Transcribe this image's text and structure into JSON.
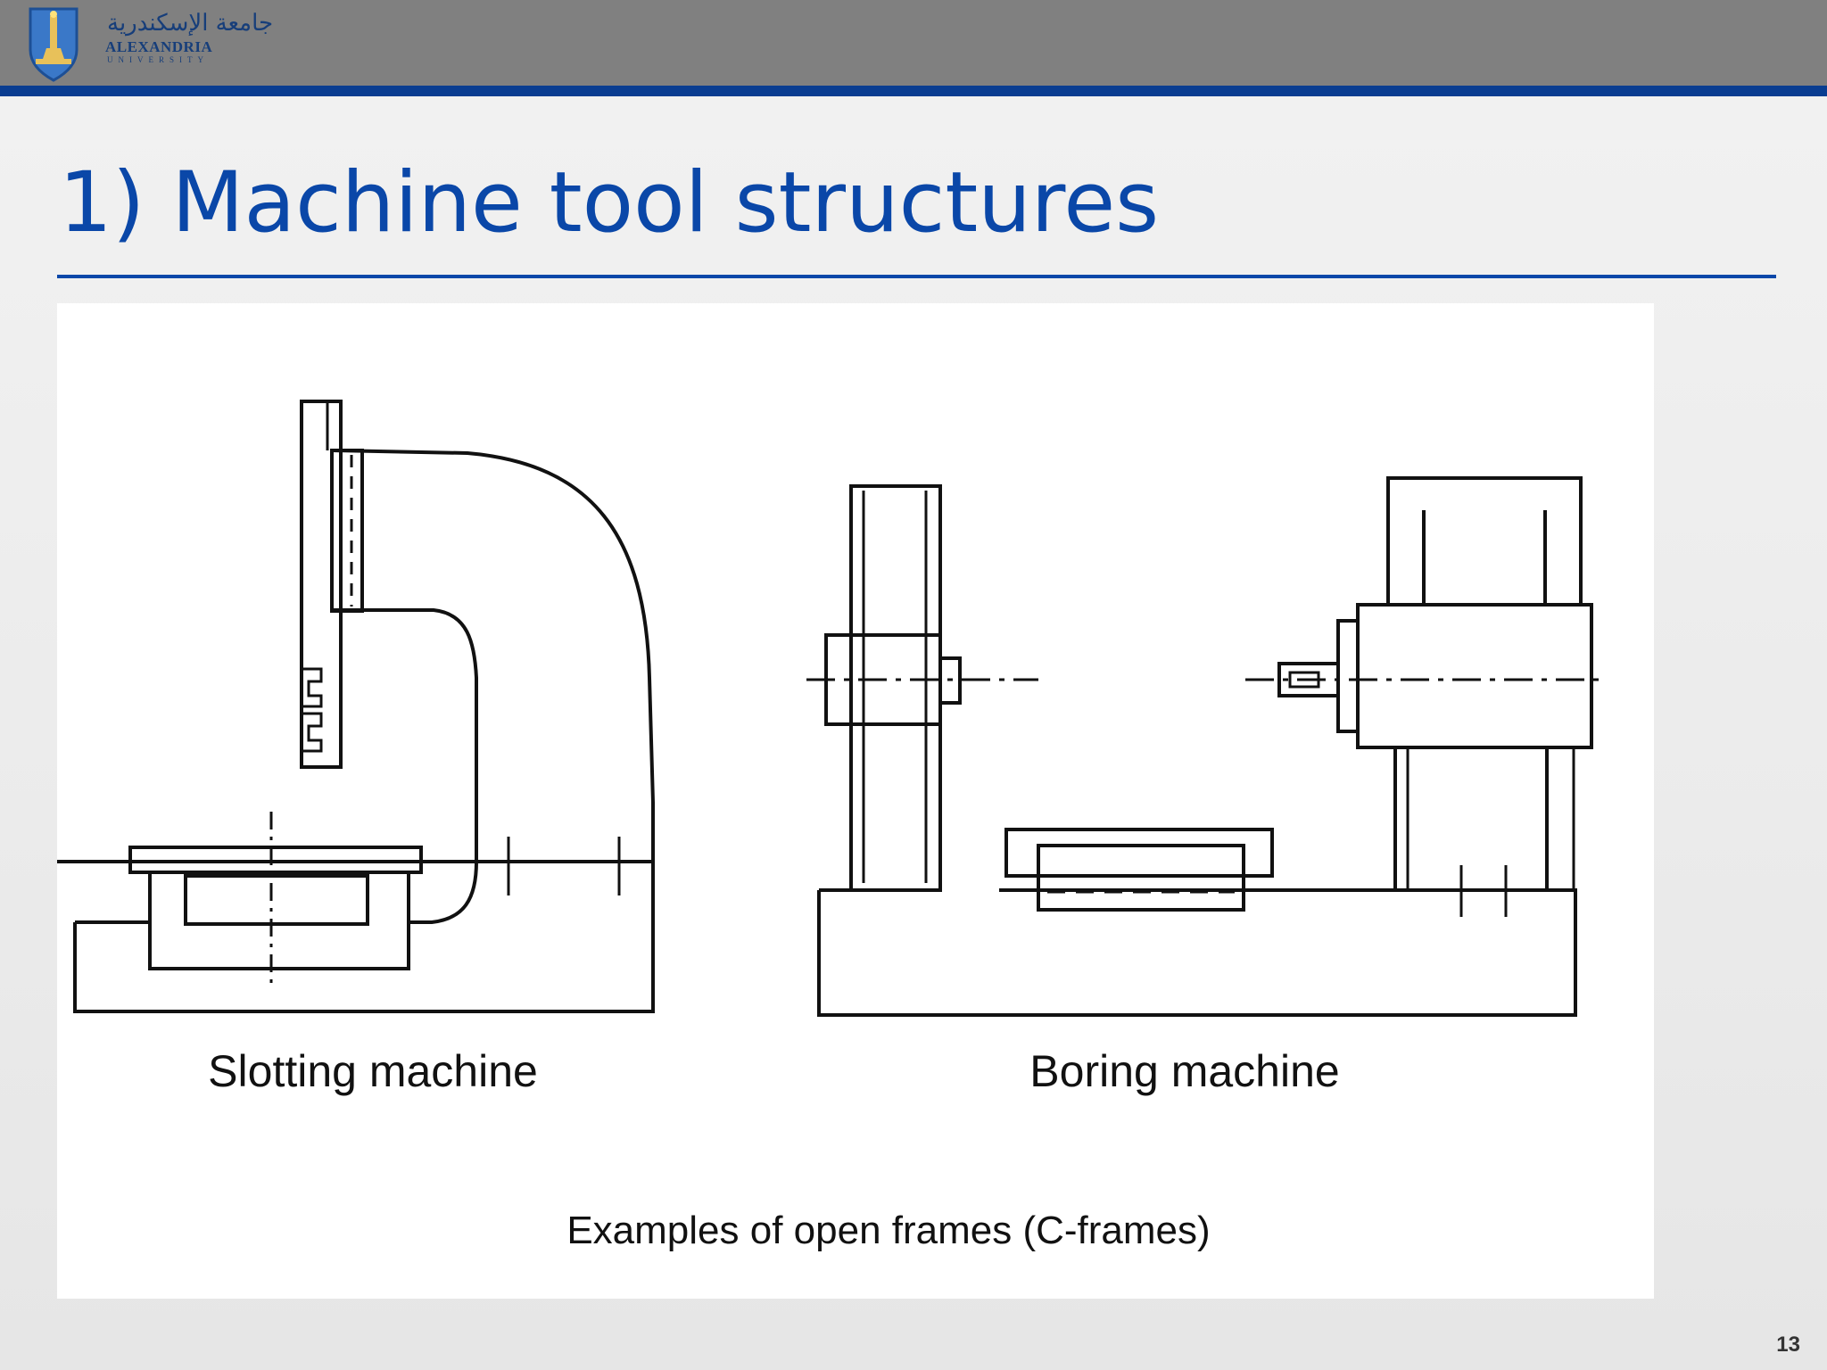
{
  "header": {
    "logo_arabic": "جامعة الإسكندرية",
    "logo_english": "ALEXANDRIA",
    "logo_sub": "UNIVERSITY"
  },
  "slide": {
    "title": "1) Machine tool structures",
    "page_number": "13"
  },
  "figure": {
    "left_label": "Slotting machine",
    "right_label": "Boring machine",
    "caption": "Examples of open frames (C-frames)"
  },
  "colors": {
    "topbar": "#808080",
    "accent_blue": "#0a47a8",
    "rule_blue": "#0a3d91"
  }
}
